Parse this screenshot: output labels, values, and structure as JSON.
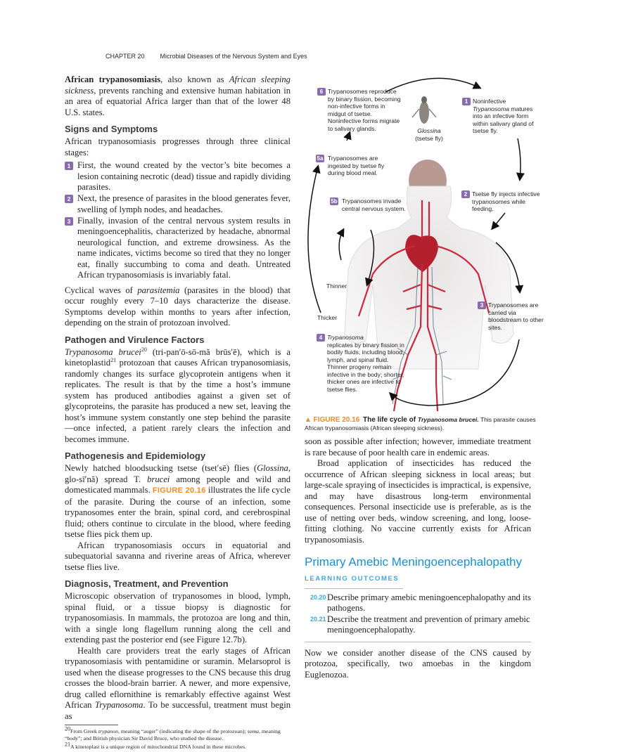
{
  "header": {
    "chapter": "CHAPTER 20",
    "title": "Microbial Diseases of the Nervous System and Eyes"
  },
  "left": {
    "intro": {
      "b": "African trypanosomiasis",
      "t1": ", also known as ",
      "i": "African sleeping sickness",
      "t2": ", prevents ranching and extensive human habitation in an area of equatorial Africa larger than that of the lower 48 U.S. states."
    },
    "signs": {
      "heading": "Signs and Symptoms",
      "lead": "African trypanosomiasis progresses through three clinical stages:",
      "stages": [
        {
          "badge": "1",
          "text": "First, the wound created by the vector’s bite becomes a lesion containing necrotic (dead) tissue and rapidly dividing parasites."
        },
        {
          "badge": "2",
          "text": "Next, the presence of parasites in the blood generates fever, swelling of lymph nodes, and headaches."
        },
        {
          "badge": "3",
          "text": "Finally, invasion of the central nervous system results in meningoencephalitis, characterized by headache, abnormal neurological function, and extreme drowsiness. As the name indicates, victims become so tired that they no longer eat, finally succumbing to coma and death. Untreated African trypanosomiasis is invariably fatal."
        }
      ],
      "cyc": {
        "t1": "Cyclical waves of ",
        "i": "parasitemia",
        "t2": " (parasites in the blood) that occur roughly every 7–10 days characterize the disease. Symptoms develop within months to years after infection, depending on the strain of protozoan involved."
      }
    },
    "pathogen": {
      "heading": "Pathogen and Virulence Factors",
      "i": "Trypanosoma brucei",
      "sup1": "20",
      "t1": " (tri-pan′ō-sō-mă brūs′ē), which is a kinetoplastid",
      "sup2": "21",
      "t2": " protozoan that causes African trypanosomiasis, randomly changes its surface glycoprotein antigens when it replicates. The result is that by the time a host’s immune system has produced antibodies against a given set of glycoproteins, the parasite has produced a new set, leaving the host’s immune system constantly one step behind the parasite—once infected, a patient rarely clears the infection and becomes immune."
    },
    "pathogenesis": {
      "heading": "Pathogenesis and Epidemiology",
      "t1": "Newly hatched bloodsucking tsetse (tset′sē) flies (",
      "i1": "Glossina,",
      "t2": " glo-sī′nă) spread T. ",
      "i2": "brucei",
      "t3": " among people and wild and domesticated mammals. ",
      "figref": "FIGURE 20.16",
      "t4": " illustrates the life cycle of the parasite. During the course of an infection, some trypanosomes enter the brain, spinal cord, and cerebrospinal fluid; others continue to circulate in the blood, where feeding tsetse flies pick them up.",
      "p2": "African trypanosomiasis occurs in equatorial and subequatorial savanna and riverine areas of Africa, wherever tsetse flies live."
    },
    "diagnosis": {
      "heading": "Diagnosis, Treatment, and Prevention",
      "p1": "Microscopic observation of trypanosomes in blood, lymph, spinal fluid, or a tissue biopsy is diagnostic for trypanosomiasis. In mammals, the protozoa are long and thin, with a single long flagellum running along the cell and extending past the posterior end (see Figure 12.7b).",
      "p2a": "Health care providers treat the early stages of African trypanosomiasis with pentamidine or suramin. Melarsoprol is used when the disease progresses to the CNS because this drug crosses the blood-brain barrier. A newer, and more expensive, drug called eflornithine is remarkably effective against West African ",
      "p2i": "Trypanosoma",
      "p2b": ". To be successful, treatment must begin as"
    },
    "footnotes": [
      {
        "sup": "20",
        "t1": "From Greek ",
        "i1": "trypanon",
        "t2": ", meaning “auger” (indicating the shape of the protozoan); ",
        "i2": "soma",
        "t3": ", meaning “body”; and British physician Sir David Bruce, who studied the disease."
      },
      {
        "sup": "21",
        "t1": "A kinetoplast is a unique region of mitochondrial DNA found in these microbes."
      }
    ]
  },
  "figure": {
    "fly_label": "Glossina",
    "fly_sub": "(tsetse fly)",
    "steps": [
      {
        "badge": "6",
        "text": "Trypanosomes reproduce by binary fission, becoming non-infective forms in midgut of tsetse. Noninfective forms migrate to salivary glands."
      },
      {
        "badge": "1",
        "i": "Trypanosoma",
        "t1": "Noninfective",
        "t2": "matures into an infective form within salivary gland of tsetse fly."
      },
      {
        "badge": "5a",
        "text": "Trypanosomes are ingested by tsetse fly during blood meal."
      },
      {
        "badge": "5b",
        "text": "Trypanosomes invade central nervous system."
      },
      {
        "badge": "2",
        "text": "Tsetse fly injects infective trypanosomes while feeding."
      },
      {
        "badge": "3",
        "text": "Trypanosomes are carried via bloodstream to other sites."
      },
      {
        "badge": "4",
        "i": "Trypanosoma",
        "text": "replicates by binary fission in bodily fluids, including blood, lymph, and spinal fluid. Thinner progeny remain infective in the body; shorter, thicker ones are infective to tsetse flies."
      }
    ],
    "thinner": "Thinner",
    "thicker": "Thicker",
    "caption": {
      "marker": "▲ FIGURE 20.16",
      "title_a": "The life cycle of ",
      "title_i": "Trypanosoma brucei.",
      "text": " This parasite causes African trypanosomiasis (African sleeping sickness)."
    },
    "colors": {
      "badge": "#8a6bb0",
      "vessels": "#c8283c",
      "figref": "#f08a24"
    }
  },
  "right": {
    "p1": "soon as possible after infection; however, immediate treatment is rare because of poor health care in endemic areas.",
    "p2": "Broad application of insecticides has reduced the occurrence of African sleeping sickness in local areas; but large-scale spraying of insecticides is impractical, is expensive, and may have disastrous long-term environmental consequences. Personal insecticide use is preferable, as is the use of netting over beds, window screening, and long, loose-fitting clothing. No vaccine currently exists for African trypanosomiasis.",
    "section_title": "Primary Amebic Meningoencephalopathy",
    "lo_heading": "LEARNING OUTCOMES",
    "outcomes": [
      {
        "num": "20.20",
        "text": "Describe primary amebic meningoencephalopathy and its pathogens."
      },
      {
        "num": "20.21",
        "text": "Describe the treatment and prevention of primary amebic meningoencephalopathy."
      }
    ],
    "p3": "Now we consider another disease of the CNS caused by protozoa, specifically, two amoebas in the kingdom Euglenozoa.",
    "colors": {
      "section": "#1a8fd0",
      "outcomes": "#3fa6dc"
    }
  }
}
